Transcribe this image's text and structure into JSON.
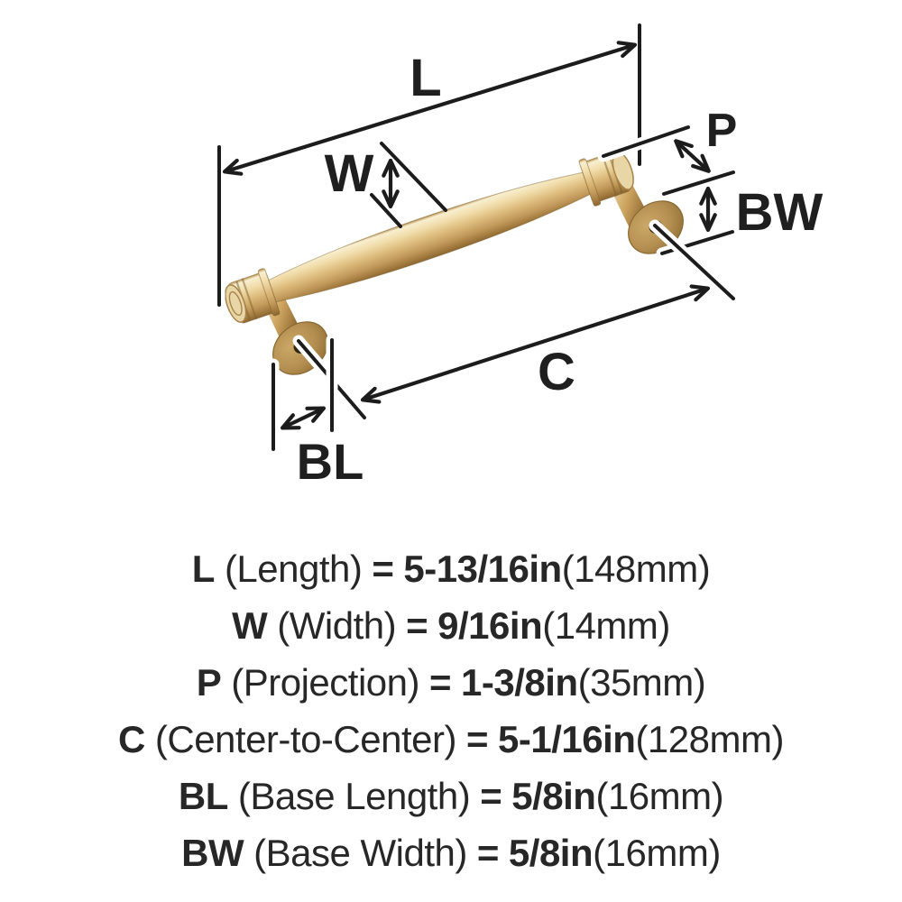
{
  "diagram": {
    "labels": {
      "l": "L",
      "w": "W",
      "p": "P",
      "bw": "BW",
      "c": "C",
      "bl": "BL"
    },
    "colors": {
      "line": "#1c1c1c",
      "gold_highlight": "#f8efd0",
      "gold_mid": "#ddbb7c",
      "gold_dark": "#8a6631",
      "flange": "#b48e50",
      "hole": "#332711"
    }
  },
  "specs": [
    {
      "code": "L",
      "name": "(Length)",
      "equals": "=",
      "imperial": "5-13/16in",
      "metric": "(148mm)"
    },
    {
      "code": "W",
      "name": "(Width)",
      "equals": "=",
      "imperial": "9/16in",
      "metric": "(14mm)"
    },
    {
      "code": "P",
      "name": "(Projection)",
      "equals": "=",
      "imperial": "1-3/8in",
      "metric": "(35mm)"
    },
    {
      "code": "C",
      "name": "(Center-to-Center)",
      "equals": "=",
      "imperial": "5-1/16in",
      "metric": "(128mm)"
    },
    {
      "code": "BL",
      "name": "(Base Length)",
      "equals": "=",
      "imperial": "5/8in",
      "metric": "(16mm)"
    },
    {
      "code": "BW",
      "name": "(Base Width)",
      "equals": "=",
      "imperial": "5/8in",
      "metric": "(16mm)"
    }
  ]
}
